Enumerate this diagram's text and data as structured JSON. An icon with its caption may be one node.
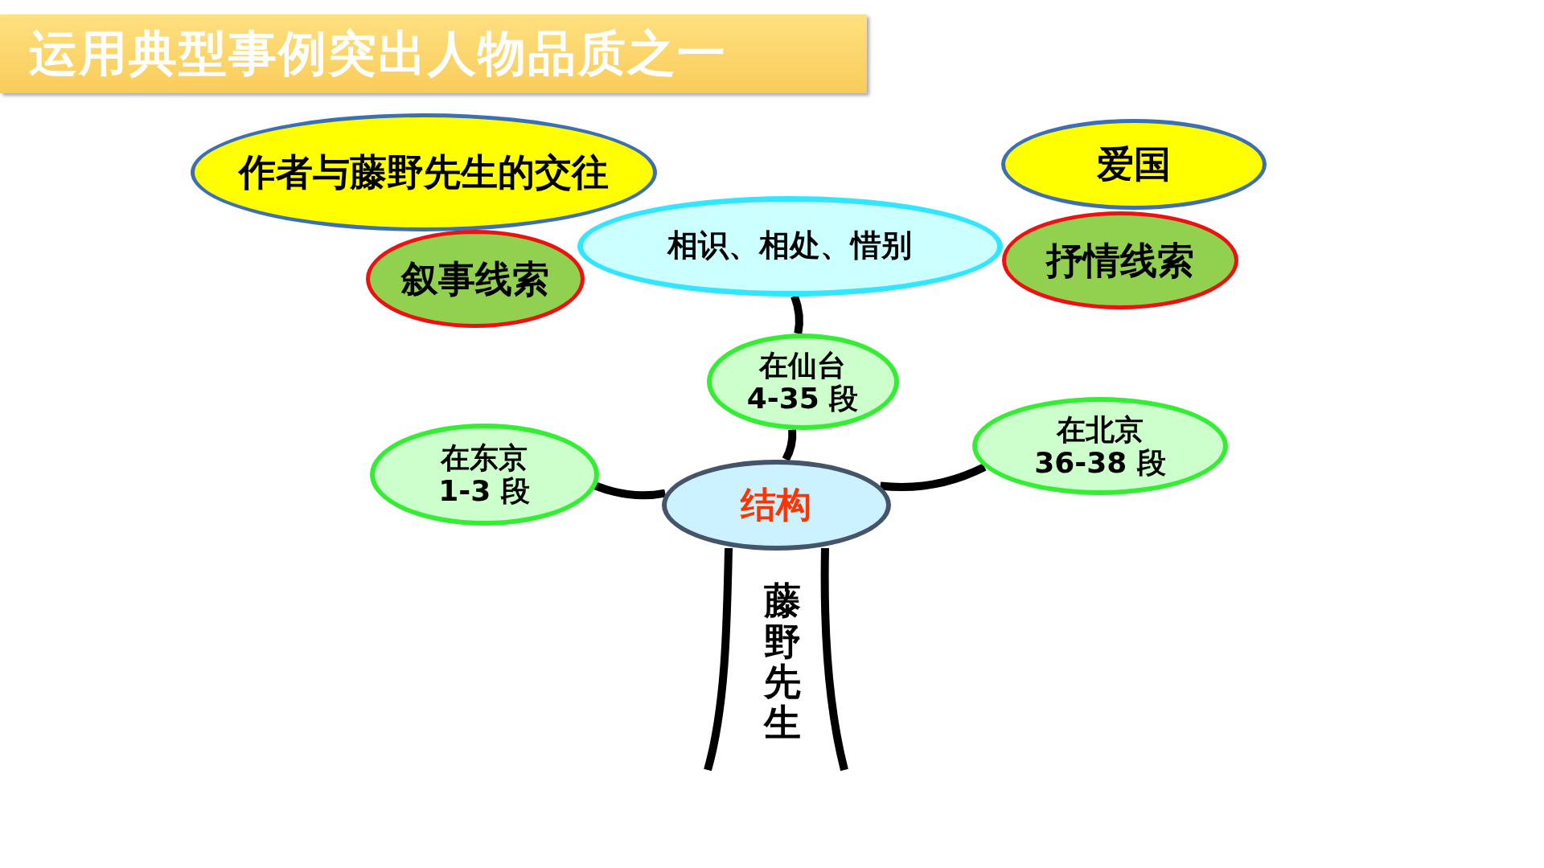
{
  "diagram": {
    "title": "运用典型事例突出人物品质之一",
    "nodes": [
      {
        "text": [
          "作者与藤野先生的交往"
        ]
      },
      {
        "text": [
          "爱国"
        ]
      },
      {
        "text": [
          "叙事线索"
        ]
      },
      {
        "text": [
          "相识、相处、惜别"
        ]
      },
      {
        "text": [
          "抒情线索"
        ]
      },
      {
        "text": [
          "在仙台 4-35 段"
        ]
      },
      {
        "text": [
          "在北京 36-38 段"
        ]
      },
      {
        "text": [
          "在东京 1-3 段"
        ]
      },
      {
        "text": [
          "结构"
        ]
      }
    ],
    "edges": [
      {
        "from": 8,
        "to": 7,
        "arrow": "none"
      },
      {
        "from": 8,
        "to": 5,
        "arrow": "none"
      },
      {
        "from": 8,
        "to": 6,
        "arrow": "none"
      },
      {
        "from": 5,
        "to": 3,
        "arrow": "none"
      }
    ],
    "labels": [
      "藤野先生"
    ]
  }
}
